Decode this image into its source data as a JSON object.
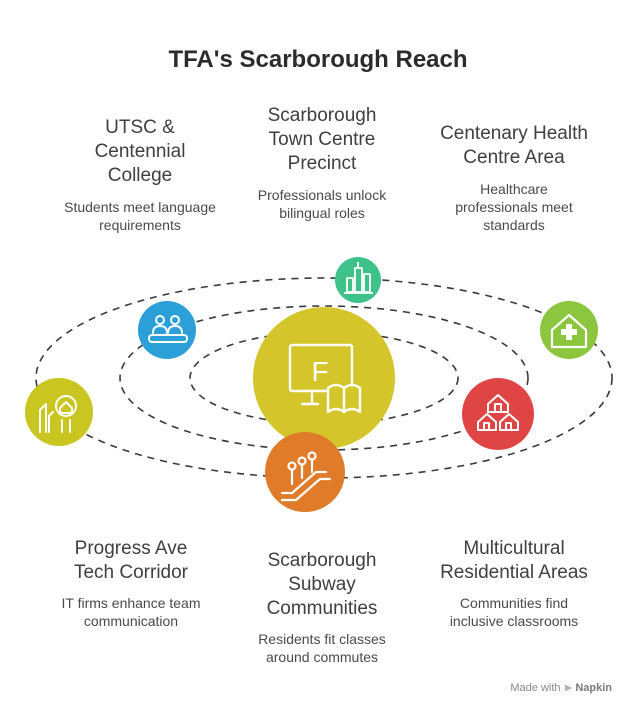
{
  "title": "TFA's Scarborough Reach",
  "nodes": [
    {
      "heading": "UTSC &\nCentennial\nCollege",
      "description": "Students meet language\nrequirements",
      "color": "#2a9fd8",
      "icon": "students-icon"
    },
    {
      "heading": "Scarborough\nTown Centre\nPrecinct",
      "description": "Professionals unlock\nbilingual roles",
      "color": "#3fc18a",
      "icon": "city-buildings-icon"
    },
    {
      "heading": "Centenary Health\nCentre Area",
      "description": "Healthcare\nprofessionals meet\nstandards",
      "color": "#8cc63f",
      "icon": "health-house-icon"
    },
    {
      "heading": "Progress Ave\nTech Corridor",
      "description": "IT firms enhance team\ncommunication",
      "color": "#c9c521",
      "icon": "tech-building-icon"
    },
    {
      "heading": "Scarborough\nSubway\nCommunities",
      "description": "Residents fit classes\naround commutes",
      "color": "#e07b2a",
      "icon": "escalator-people-icon"
    },
    {
      "heading": "Multicultural\nResidential Areas",
      "description": "Communities find\ninclusive classrooms",
      "color": "#e04545",
      "icon": "houses-icon"
    }
  ],
  "center": {
    "letter": "F",
    "color": "#d4c62a",
    "icon": "language-screen-book-icon"
  },
  "footer": {
    "prefix": "Made with",
    "brand": "Napkin"
  }
}
